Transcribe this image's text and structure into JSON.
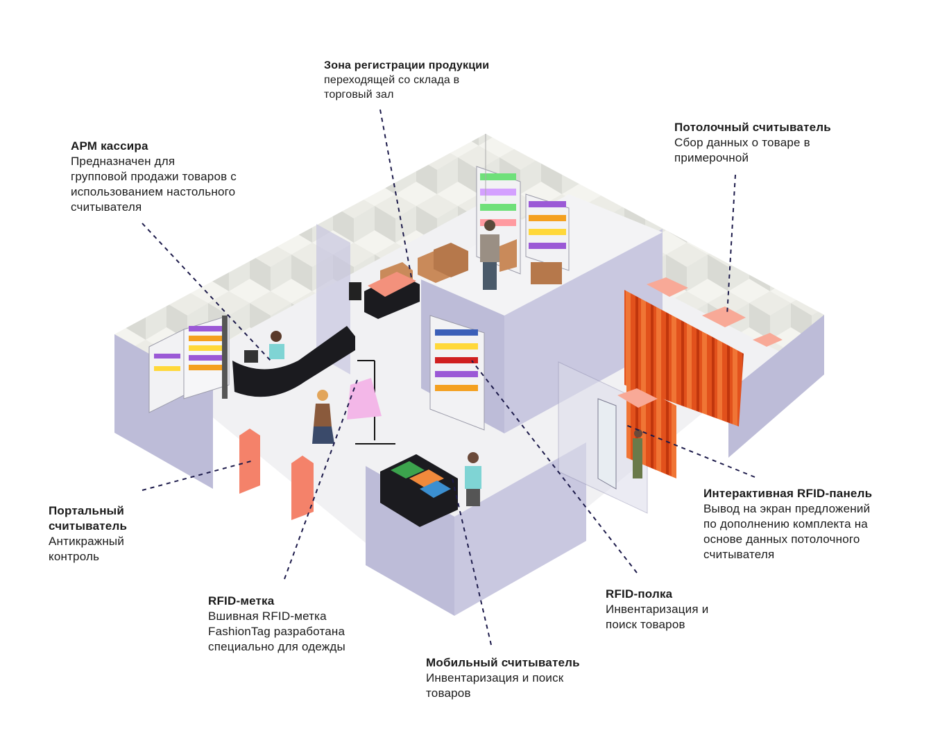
{
  "colors": {
    "wall": "#bdbcd8",
    "wall_dark": "#a9a8c9",
    "floor": "#f1f1f3",
    "pattern_light": "#f4f4ef",
    "pattern_mid": "#dfe0da",
    "pattern_dark": "#c9cac4",
    "curtain": "#e8501e",
    "salmon": "#f3917c",
    "box": "#c98a5a",
    "shelf": "#f2f2f4",
    "counter": "#1b1b1f",
    "leader": "#1c1a4a"
  },
  "callouts": {
    "zone": {
      "title": "Зона регистрации продукции",
      "text": "переходящей со склада в\nторговый зал"
    },
    "arm": {
      "title": "АРМ кассира",
      "text": "Предназначен для\nгрупповой продажи товаров с\nиспользованием настольного\nсчитывателя"
    },
    "ceiling": {
      "title": "Потолочный считыватель",
      "text": "Сбор данных о товаре в\nпримерочной"
    },
    "portal": {
      "title": "Портальный\nсчитыватель",
      "text": "Антикражный\nконтроль"
    },
    "tag": {
      "title": "RFID-метка",
      "text": "Вшивная RFID-метка\nFashionTag разработана\nспециально для одежды"
    },
    "mobile": {
      "title": "Мобильный считыватель",
      "text": "Инвентаризация и поиск\nтоваров"
    },
    "shelf": {
      "title": "RFID-полка",
      "text": "Инвентаризация и\nпоиск товаров"
    },
    "panel": {
      "title": "Интерактивная RFID-панель",
      "text": "Вывод на экран предложений\nпо дополнению комплекта на\nоснове данных потолочного\nсчитывателя"
    }
  }
}
